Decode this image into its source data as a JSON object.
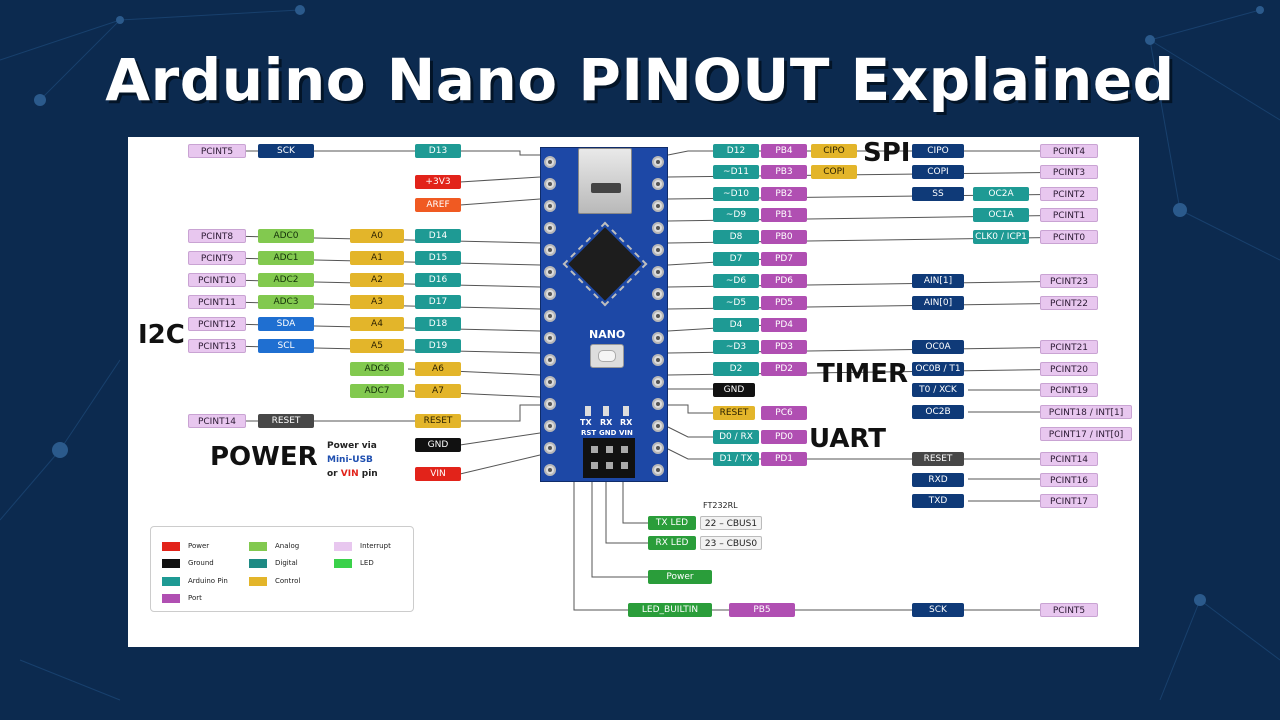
{
  "title": "Arduino Nano PINOUT Explained",
  "sections": {
    "spi": "SPI",
    "i2c": "I2C",
    "timer": "TIMER",
    "uart": "UART",
    "power": "POWER"
  },
  "power_note": {
    "line1": "Power via",
    "usb": "Mini-USB",
    "or": "or",
    "vin": "VIN",
    "pin": "pin"
  },
  "board": {
    "name": "NANO",
    "tx": "TX",
    "rx1": "RX",
    "rx2": "RX",
    "hdr_rst": "RST",
    "hdr_gnd": "GND",
    "hdr_vin": "VIN"
  },
  "ft232": "FT232RL",
  "left": {
    "d13": {
      "pcint": "PCINT5",
      "fn": "SCK",
      "pin": "D13"
    },
    "v33": "+3V3",
    "aref": "AREF",
    "rows": [
      {
        "pcint": "PCINT8",
        "adc": "ADC0",
        "a": "A0",
        "d": "D14"
      },
      {
        "pcint": "PCINT9",
        "adc": "ADC1",
        "a": "A1",
        "d": "D15"
      },
      {
        "pcint": "PCINT10",
        "adc": "ADC2",
        "a": "A2",
        "d": "D16"
      },
      {
        "pcint": "PCINT11",
        "adc": "ADC3",
        "a": "A3",
        "d": "D17"
      },
      {
        "pcint": "PCINT12",
        "adc": "SDA",
        "a": "A4",
        "d": "D18"
      },
      {
        "pcint": "PCINT13",
        "adc": "SCL",
        "a": "A5",
        "d": "D19"
      }
    ],
    "adc6": {
      "adc": "ADC6",
      "a": "A6"
    },
    "adc7": {
      "adc": "ADC7",
      "a": "A7"
    },
    "reset": {
      "pcint": "PCINT14",
      "fn": "RESET",
      "pin": "RESET"
    },
    "gnd": "GND",
    "vin": "VIN"
  },
  "right": {
    "rows": [
      {
        "pin": "D12",
        "port": "PB4",
        "ctrl": "CIPO",
        "spi": "CIPO",
        "pcint": "PCINT4"
      },
      {
        "pin": "~D11",
        "port": "PB3",
        "ctrl": "COPI",
        "spi": "COPI",
        "pcint": "PCINT3"
      },
      {
        "pin": "~D10",
        "port": "PB2",
        "spi": "SS",
        "teal": "OC2A",
        "pcint": "PCINT2"
      },
      {
        "pin": "~D9",
        "port": "PB1",
        "teal": "OC1A",
        "pcint": "PCINT1"
      },
      {
        "pin": "D8",
        "port": "PB0",
        "teal": "CLK0 / ICP1",
        "pcint": "PCINT0"
      },
      {
        "pin": "D7",
        "port": "PD7"
      },
      {
        "pin": "~D6",
        "port": "PD6",
        "spi": "AIN[1]",
        "pcint": "PCINT23"
      },
      {
        "pin": "~D5",
        "port": "PD5",
        "spi": "AIN[0]",
        "pcint": "PCINT22"
      },
      {
        "pin": "D4",
        "port": "PD4"
      },
      {
        "pin": "~D3",
        "port": "PD3",
        "spi": "OC0A",
        "pcint": "PCINT21"
      },
      {
        "pin": "D2",
        "port": "PD2",
        "spi": "OC0B / T1",
        "pcint": "PCINT20"
      }
    ],
    "gnd": "GND",
    "t0": {
      "spi": "T0 / XCK",
      "pcint": "PCINT19"
    },
    "reset": {
      "ctrl": "RESET",
      "port": "PC6",
      "spi": "OC2B",
      "pcint": "PCINT18 / INT[1]"
    },
    "int0": "PCINT17 / INT[0]",
    "d0": {
      "pin": "D0 / RX",
      "port": "PD0"
    },
    "d1": {
      "pin": "D1 / TX",
      "port": "PD1",
      "reset": "RESET",
      "pcint": "PCINT14"
    },
    "rxd": {
      "spi": "RXD",
      "pcint": "PCINT16"
    },
    "txd": {
      "spi": "TXD",
      "pcint": "PCINT17"
    }
  },
  "bottom": {
    "txled": "TX LED",
    "txcbus": "22 – CBUS1",
    "rxled": "RX LED",
    "rxcbus": "23 – CBUS0",
    "power": "Power",
    "led": "LED_BUILTIN",
    "port": "PB5",
    "sck": "SCK",
    "pcint": "PCINT5"
  },
  "legend": [
    {
      "label": "Power",
      "color": "#e2231a"
    },
    {
      "label": "Ground",
      "color": "#111111"
    },
    {
      "label": "Arduino Pin",
      "color": "#1e9a94"
    },
    {
      "label": "Port",
      "color": "#b04fb2"
    },
    {
      "label": "Analog",
      "color": "#82c94f"
    },
    {
      "label": "Digital",
      "color": "#1e8a84"
    },
    {
      "label": "Control",
      "color": "#e3b52a"
    },
    {
      "label": "Interrupt",
      "color": "#e8c7ef"
    },
    {
      "label": "LED",
      "color": "#3ad14a"
    }
  ]
}
